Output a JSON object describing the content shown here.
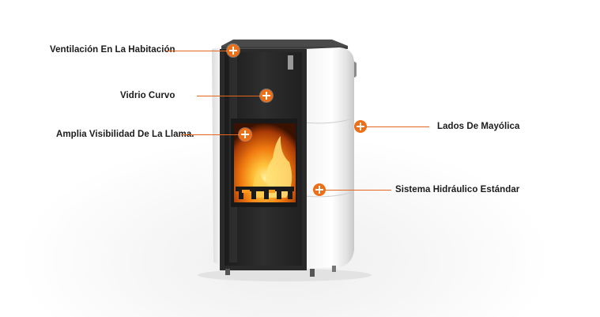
{
  "accent_color": "#ee6f16",
  "hotspots": [
    {
      "label": "Ventilación En La Habitación",
      "icon": "plus-icon"
    },
    {
      "label": "Vidrio Curvo",
      "icon": "plus-icon"
    },
    {
      "label": "Amplia Visibilidad De La Llama.",
      "icon": "plus-icon"
    },
    {
      "label": "Lados De Mayólica",
      "icon": "plus-icon"
    },
    {
      "label": "Sistema Hidráulico Estándar",
      "icon": "plus-icon"
    }
  ]
}
